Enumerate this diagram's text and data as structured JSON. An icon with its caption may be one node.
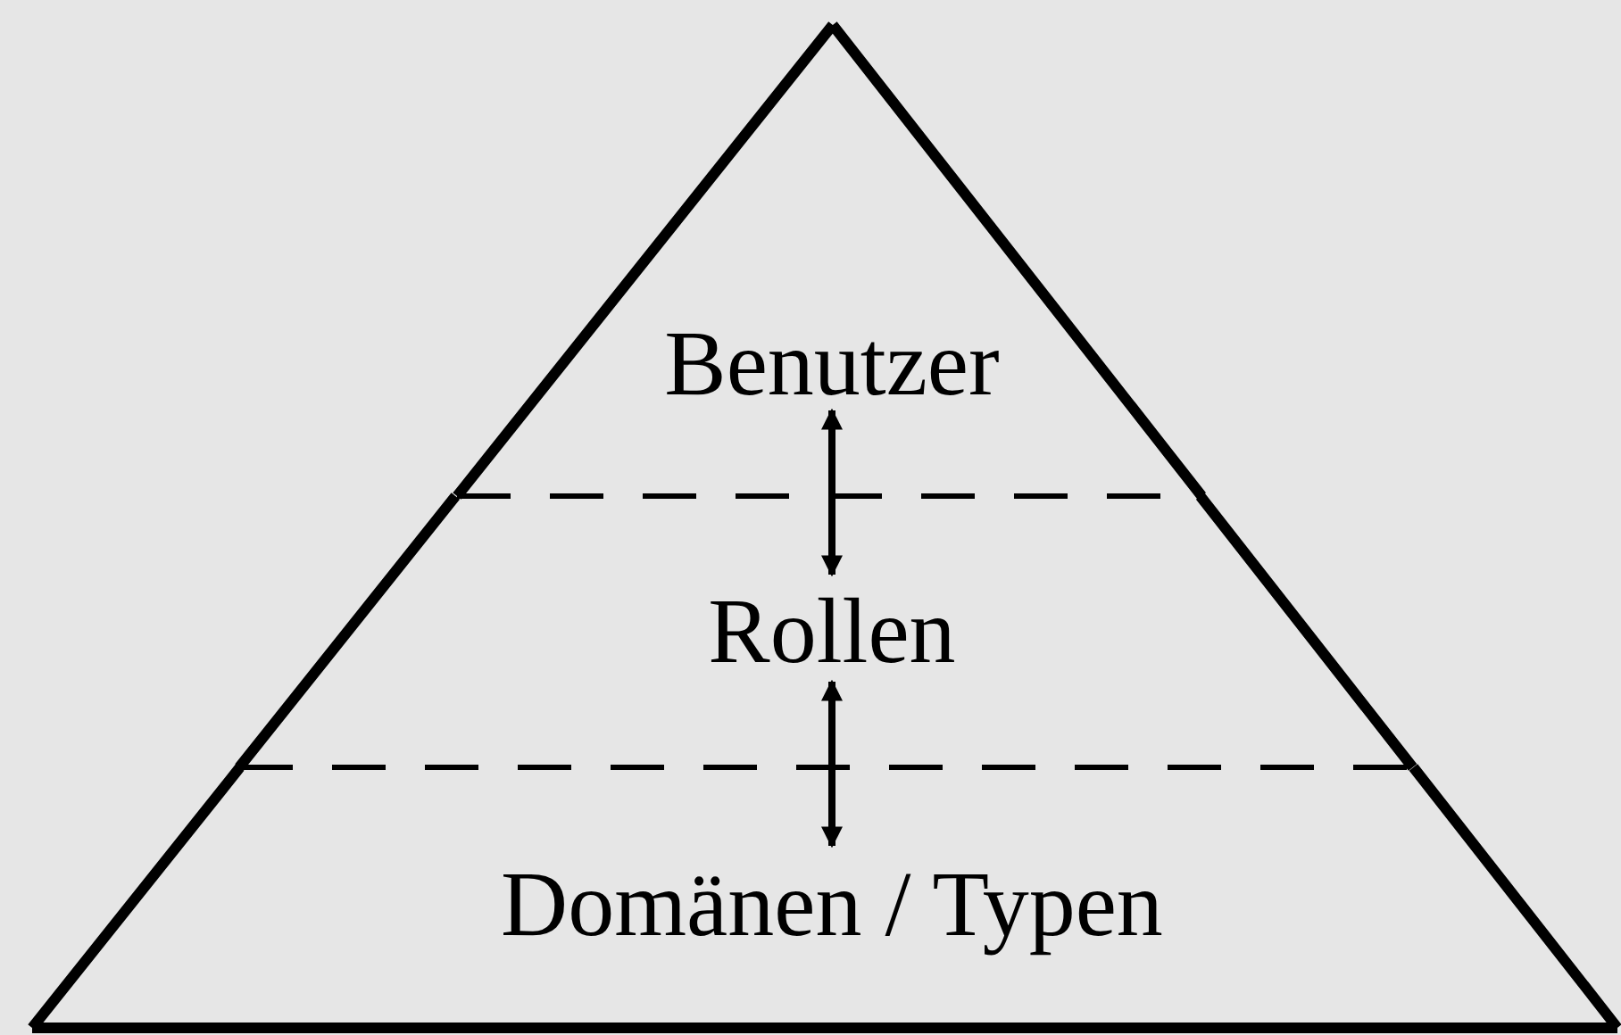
{
  "diagram": {
    "nodes": [
      {
        "text": [
          "Benutzer"
        ]
      },
      {
        "text": [
          "Rollen"
        ]
      },
      {
        "text": [
          "Domänen / Typen"
        ]
      }
    ],
    "edges": [
      {
        "from": 0,
        "to": 1,
        "arrow": "both"
      },
      {
        "from": 1,
        "to": 2,
        "arrow": "both"
      }
    ]
  }
}
